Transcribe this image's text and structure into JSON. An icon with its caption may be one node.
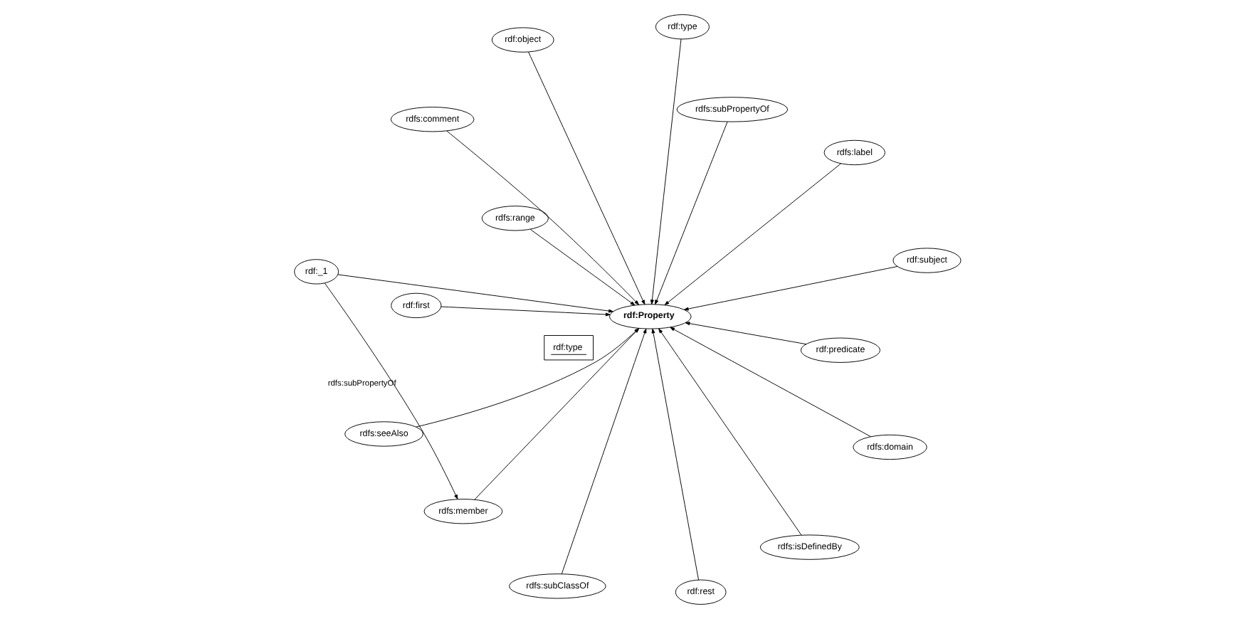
{
  "diagram": {
    "nodes": [
      {
        "text": [
          "rdfs:range"
        ]
      },
      {
        "text": [
          "rdfs:domain"
        ]
      },
      {
        "text": [
          "rdfs:subClassOf"
        ]
      },
      {
        "text": [
          "rdf:type"
        ]
      },
      {
        "text": [
          "rdfs:seeAlso"
        ]
      },
      {
        "text": [
          "rdfs:comment"
        ]
      },
      {
        "text": [
          "rdfs:label"
        ]
      },
      {
        "text": [
          "rdfs:isDefinedBy"
        ]
      },
      {
        "text": [
          "rdfs:subPropertyOf"
        ]
      },
      {
        "text": [
          "rdf:Property"
        ]
      },
      {
        "text": [
          "rdf:predicate"
        ]
      },
      {
        "text": [
          "rdf:object"
        ]
      },
      {
        "text": [
          "rdf:subject"
        ]
      },
      {
        "text": [
          "rdfs:member"
        ]
      },
      {
        "text": [
          "rdf:rest"
        ]
      },
      {
        "text": [
          "rdf:first"
        ]
      },
      {
        "text": [
          "rdf:_1"
        ]
      }
    ],
    "edges": [
      {
        "from": 0,
        "to": 9,
        "arrow": "to"
      },
      {
        "from": 1,
        "to": 9,
        "arrow": "to"
      },
      {
        "from": 2,
        "to": 9,
        "arrow": "to"
      },
      {
        "from": 3,
        "to": 9,
        "arrow": "to"
      },
      {
        "from": 4,
        "to": 9,
        "arrow": "to"
      },
      {
        "from": 5,
        "to": 9,
        "arrow": "to"
      },
      {
        "from": 6,
        "to": 9,
        "arrow": "to"
      },
      {
        "from": 7,
        "to": 9,
        "arrow": "to"
      },
      {
        "from": 8,
        "to": 9,
        "arrow": "to"
      },
      {
        "from": 10,
        "to": 9,
        "arrow": "to"
      },
      {
        "from": 11,
        "to": 9,
        "arrow": "to"
      },
      {
        "from": 12,
        "to": 9,
        "arrow": "to"
      },
      {
        "from": 13,
        "to": 9,
        "arrow": "to"
      },
      {
        "from": 14,
        "to": 9,
        "arrow": "to"
      },
      {
        "from": 15,
        "to": 9,
        "arrow": "to"
      },
      {
        "from": 16,
        "to": 9,
        "arrow": "to"
      },
      {
        "from": 16,
        "to": 13,
        "arrow": "to",
        "label": "rdfs:subPropertyOf"
      }
    ],
    "legend": [
      {
        "text": "rdf:type"
      }
    ]
  }
}
